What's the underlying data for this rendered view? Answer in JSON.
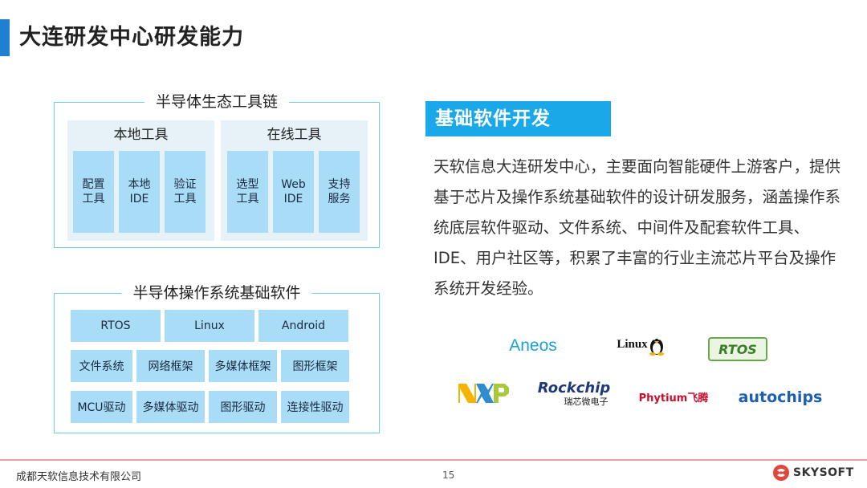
{
  "header": {
    "title": "大连研发中心研发能力"
  },
  "toolchain": {
    "title": "半导体生态工具链",
    "local": {
      "title": "本地工具",
      "tiles": [
        "配置\n工具",
        "本地\nIDE",
        "验证\n工具"
      ]
    },
    "online": {
      "title": "在线工具",
      "tiles": [
        "选型\n工具",
        "Web\nIDE",
        "支持\n服务"
      ]
    }
  },
  "os_software": {
    "title": "半导体操作系统基础软件",
    "row1": [
      "RTOS",
      "Linux",
      "Android"
    ],
    "row2": [
      "文件系统",
      "网络框架",
      "多媒体框架",
      "图形框架"
    ],
    "row3": [
      "MCU驱动",
      "多媒体驱动",
      "图形驱动",
      "连接性驱动"
    ]
  },
  "section": {
    "heading": "基础软件开发",
    "description": "天软信息大连研发中心，主要面向智能硬件上游客户，提供基于芯片及操作系统基础软件的设计研发服务，涵盖操作系统底层软件驱动、文件系统、中间件及配套软件工具、IDE、用户社区等，积累了丰富的行业主流芯片平台及操作系统开发经验。"
  },
  "logos": {
    "aneos": "Aneos",
    "linux": "Linux",
    "rtos": "RTOS",
    "nxp": "NXP",
    "rockchip": "Rockchip",
    "rockchip_sub": "瑞芯微电子",
    "phytium": "Phytium飞腾",
    "autochips": "autochips"
  },
  "footer": {
    "company": "成都天软信息技术有限公司",
    "page": "15",
    "brand": "SKYSOFT"
  },
  "colors": {
    "accent": "#1aa8e8",
    "tile": "#a9dcf6",
    "panel_border": "#6fd0e6",
    "group_bg": "#e6f2f7"
  }
}
